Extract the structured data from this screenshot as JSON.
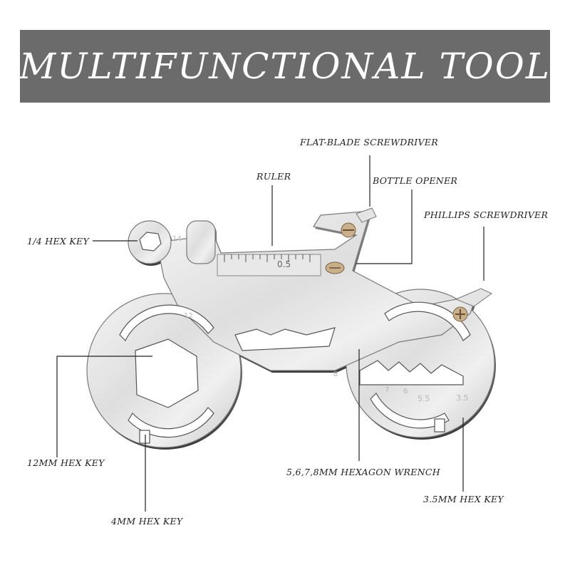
{
  "banner": {
    "title": "MULTIFUNCTIONAL TOOL"
  },
  "labels": {
    "flat_blade": "FLAT-BLADE SCREWDRIVER",
    "ruler": "RULER",
    "bottle_opener": "BOTTLE OPENER",
    "phillips": "PHILLIPS SCREWDRIVER",
    "quarter_hex": "1/4 HEX KEY",
    "hex_12mm": "12MM HEX KEY",
    "hex_wrench": "5,6,7,8MM HEXAGON WRENCH",
    "hex_35mm": "3.5MM HEX KEY",
    "hex_4mm": "4MM HEX KEY"
  },
  "tool_markings": {
    "m14": "14",
    "m12": "12",
    "ruler_mark": "0.5",
    "m8": "8",
    "m7": "7",
    "m6": "6",
    "m55": "5.5",
    "m35": "3.5"
  },
  "colors": {
    "banner": "#6b6b6b",
    "steel_light": "#e9e9e9",
    "steel_dark": "#9a9a9a",
    "line": "#222222"
  }
}
